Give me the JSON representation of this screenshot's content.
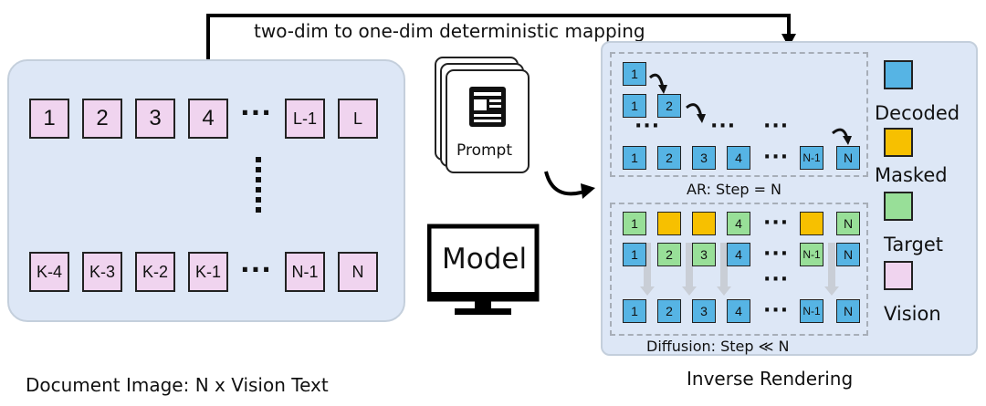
{
  "top_arrow_label": "two-dim to one-dim deterministic mapping",
  "document": {
    "caption": "Document Image: N x Vision Text",
    "row1": [
      "1",
      "2",
      "3",
      "4",
      "L-1",
      "L"
    ],
    "row2": [
      "K-4",
      "K-3",
      "K-2",
      "K-1",
      "N-1",
      "N"
    ]
  },
  "prompt_label": "Prompt",
  "model_label": "Model",
  "inverse": {
    "caption": "Inverse Rendering",
    "ar_label": "AR: Step = N",
    "diffusion_label": "Diffusion: Step ≪ N",
    "ar_rows": [
      [
        "1"
      ],
      [
        "1",
        "2"
      ],
      [
        "1",
        "2",
        "3",
        "4",
        "N-1",
        "N"
      ]
    ],
    "diff_rows": [
      [
        "1",
        "",
        "",
        "4",
        "",
        "N"
      ],
      [
        "1",
        "2",
        "3",
        "4",
        "N-1",
        "N"
      ],
      [
        "1",
        "2",
        "3",
        "4",
        "N-1",
        "N"
      ]
    ]
  },
  "legend": {
    "decoded": "Decoded",
    "masked": "Masked",
    "target": "Target",
    "vision": "Vision"
  },
  "colors": {
    "decoded": "#56b4e4",
    "masked": "#f7c000",
    "target": "#98df98",
    "vision": "#f0d4ef",
    "panel": "#dde7f6"
  }
}
